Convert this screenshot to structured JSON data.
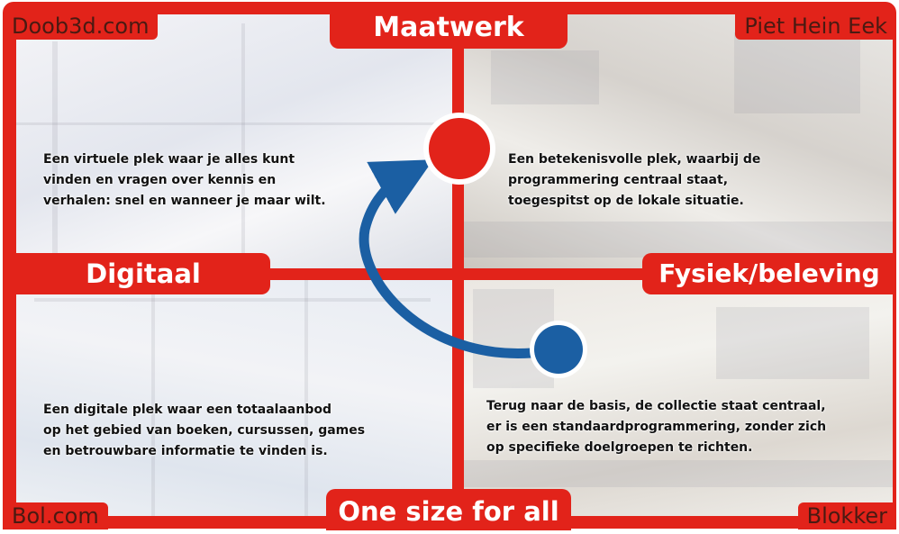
{
  "corners": {
    "top_left": "Doob3d.com",
    "top_right": "Piet Hein Eek",
    "bottom_left": "Bol.com",
    "bottom_right": "Blokker"
  },
  "axes": {
    "top": "Maatwerk",
    "bottom": "One size for all",
    "left": "Digitaal",
    "right": "Fysiek/beleving"
  },
  "quadrants": {
    "top_left": "Een virtuele plek waar je alles kunt\nvinden en vragen over kennis en\nverhalen: snel en wanneer je maar wilt.",
    "top_right": "Een betekenisvolle plek, waarbij de\nprogrammering centraal staat,\ntoegespitst op de lokale situatie.",
    "bottom_left": "Een digitale plek waar een totaalaanbod\nop het gebied van boeken, cursussen, games\nen betrouwbare informatie te vinden is.",
    "bottom_right": "Terug naar de basis, de collectie staat centraal,\ner is een standaardprogrammering, zonder zich\nop specifieke doelgroepen te richten."
  },
  "colors": {
    "frame": "#e2231a",
    "dot_red": "#e2231a",
    "dot_blue": "#1b5fa3",
    "arrow": "#1b5fa3"
  }
}
